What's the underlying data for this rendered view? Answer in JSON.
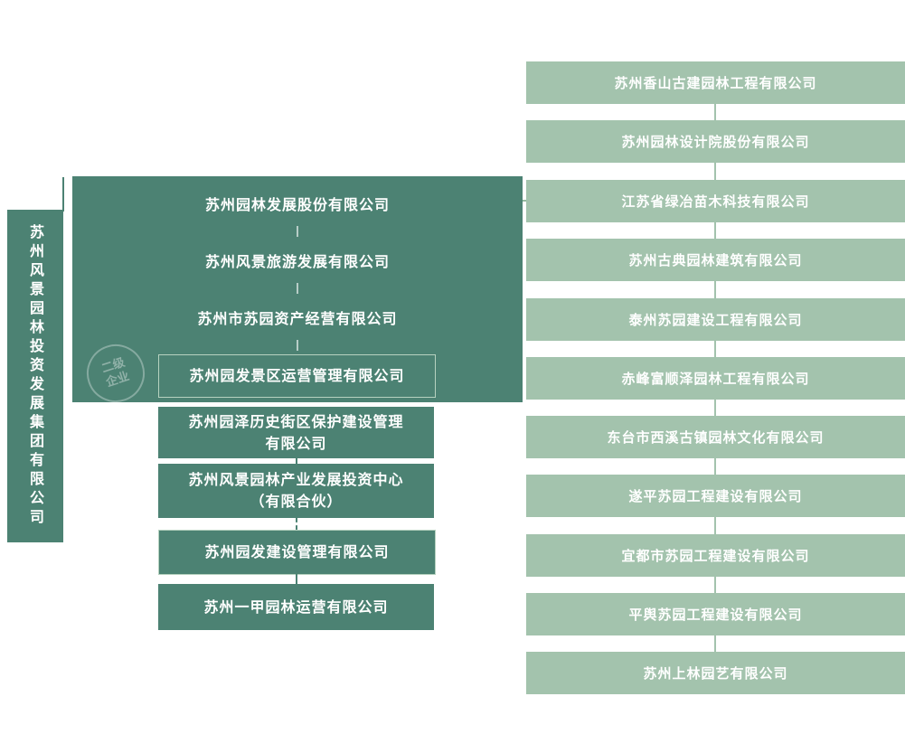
{
  "diagram": {
    "root": {
      "label": "苏州风景园林投资发展集团有限公司"
    },
    "watermark": {
      "line1": "二级",
      "line2": "企业"
    },
    "middle_items": [
      {
        "label": "苏州园林发展股份有限公司"
      },
      {
        "label": "苏州风景旅游发展有限公司"
      },
      {
        "label": "苏州市苏园资产经营有限公司"
      },
      {
        "label": "苏州园发景区运营管理有限公司"
      },
      {
        "label": "苏州园泽历史街区保护建设管理有限公司"
      },
      {
        "label": "苏州风景园林产业发展投资中心（有限合伙）"
      },
      {
        "label": "苏州园发建设管理有限公司"
      },
      {
        "label": "苏州一甲园林运营有限公司"
      }
    ],
    "right_items": [
      {
        "label": "苏州香山古建园林工程有限公司"
      },
      {
        "label": "苏州园林设计院股份有限公司"
      },
      {
        "label": "江苏省绿冶苗木科技有限公司"
      },
      {
        "label": "苏州古典园林建筑有限公司"
      },
      {
        "label": "泰州苏园建设工程有限公司"
      },
      {
        "label": "赤峰富顺泽园林工程有限公司"
      },
      {
        "label": "东台市西溪古镇园林文化有限公司"
      },
      {
        "label": "遂平苏园工程建设有限公司"
      },
      {
        "label": "宜都市苏园工程建设有限公司"
      },
      {
        "label": "平舆苏园工程建设有限公司"
      },
      {
        "label": "苏州上林园艺有限公司"
      }
    ],
    "colors": {
      "dark_green": "#4c8273",
      "light_green": "#a3c3ad",
      "text": "#ffffff"
    }
  }
}
